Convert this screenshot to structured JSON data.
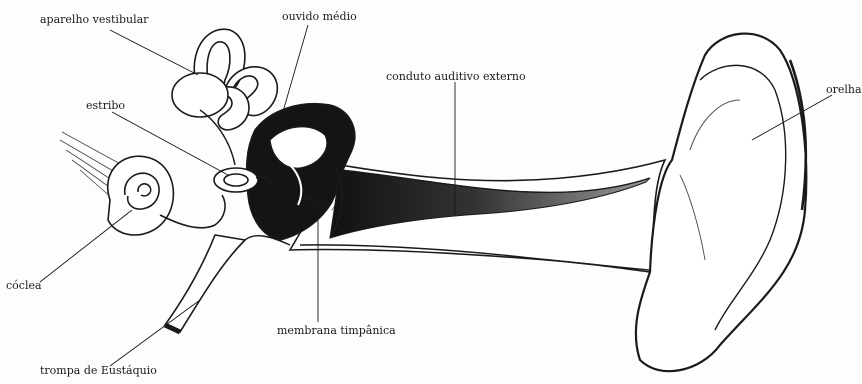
{
  "labels": {
    "vestibular": "aparelho vestibular",
    "middle_ear": "ouvido médio",
    "ear_canal": "conduto auditivo externo",
    "pinna": "orelha",
    "stapes": "estribo",
    "cochlea": "cóclea",
    "eardrum": "membrana timpânica",
    "eustachian": "trompa de Eustáquio"
  },
  "colors": {
    "ink": "#1a1a1a",
    "paper": "#fdfdfb",
    "shade": "#2b2b2b"
  }
}
